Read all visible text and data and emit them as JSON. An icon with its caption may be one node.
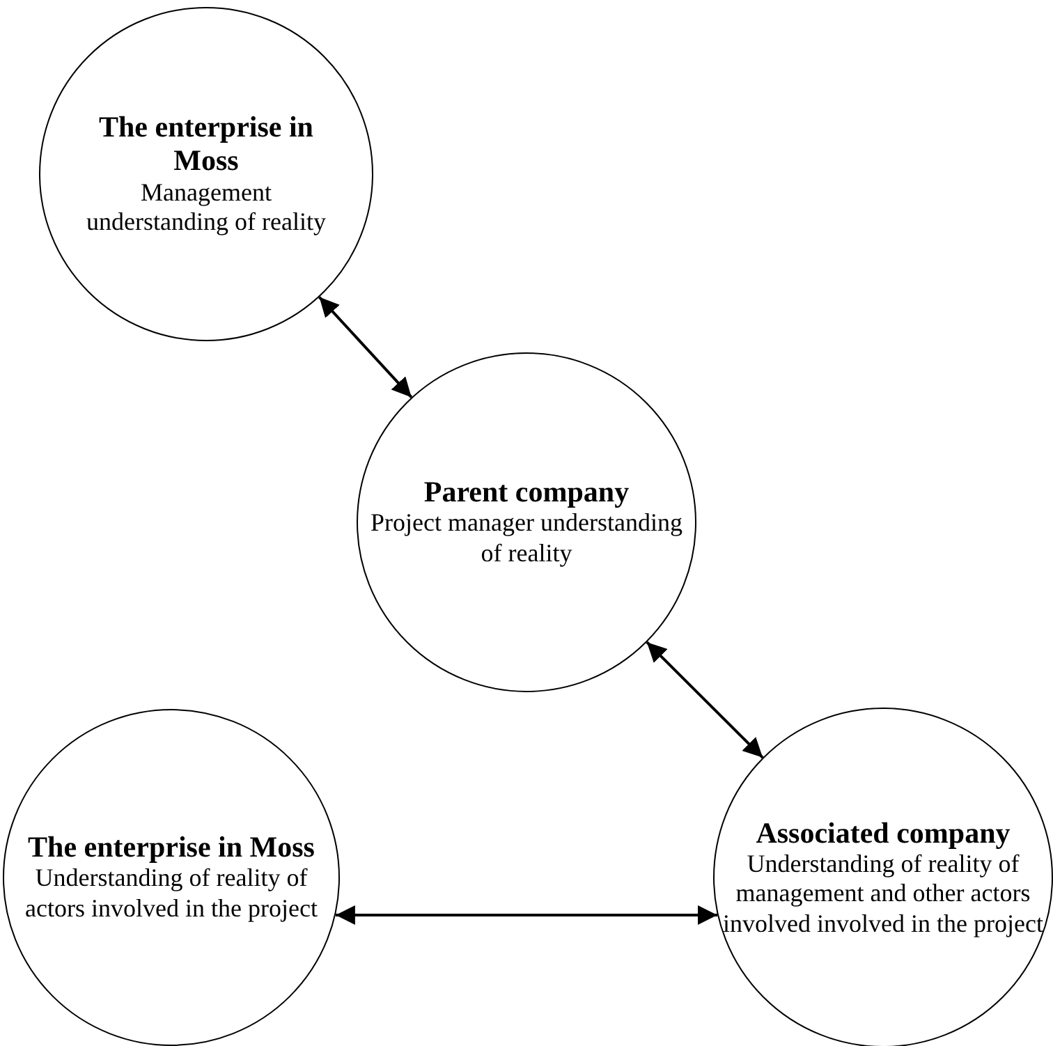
{
  "diagram": {
    "nodes": [
      {
        "text": [
          "The enterprise in Moss",
          "Management understanding of reality"
        ]
      },
      {
        "text": [
          "Parent company",
          "Project manager understanding of reality"
        ]
      },
      {
        "text": [
          "The enterprise in Moss",
          "Understanding of reality of actors involved in the project"
        ]
      },
      {
        "text": [
          "Associated company",
          "Understanding of reality of management and other actors involved involved in the project"
        ]
      }
    ],
    "edges": [
      {
        "from": 0,
        "to": 1,
        "arrow": "both"
      },
      {
        "from": 1,
        "to": 3,
        "arrow": "both"
      },
      {
        "from": 2,
        "to": 3,
        "arrow": "both"
      }
    ]
  }
}
